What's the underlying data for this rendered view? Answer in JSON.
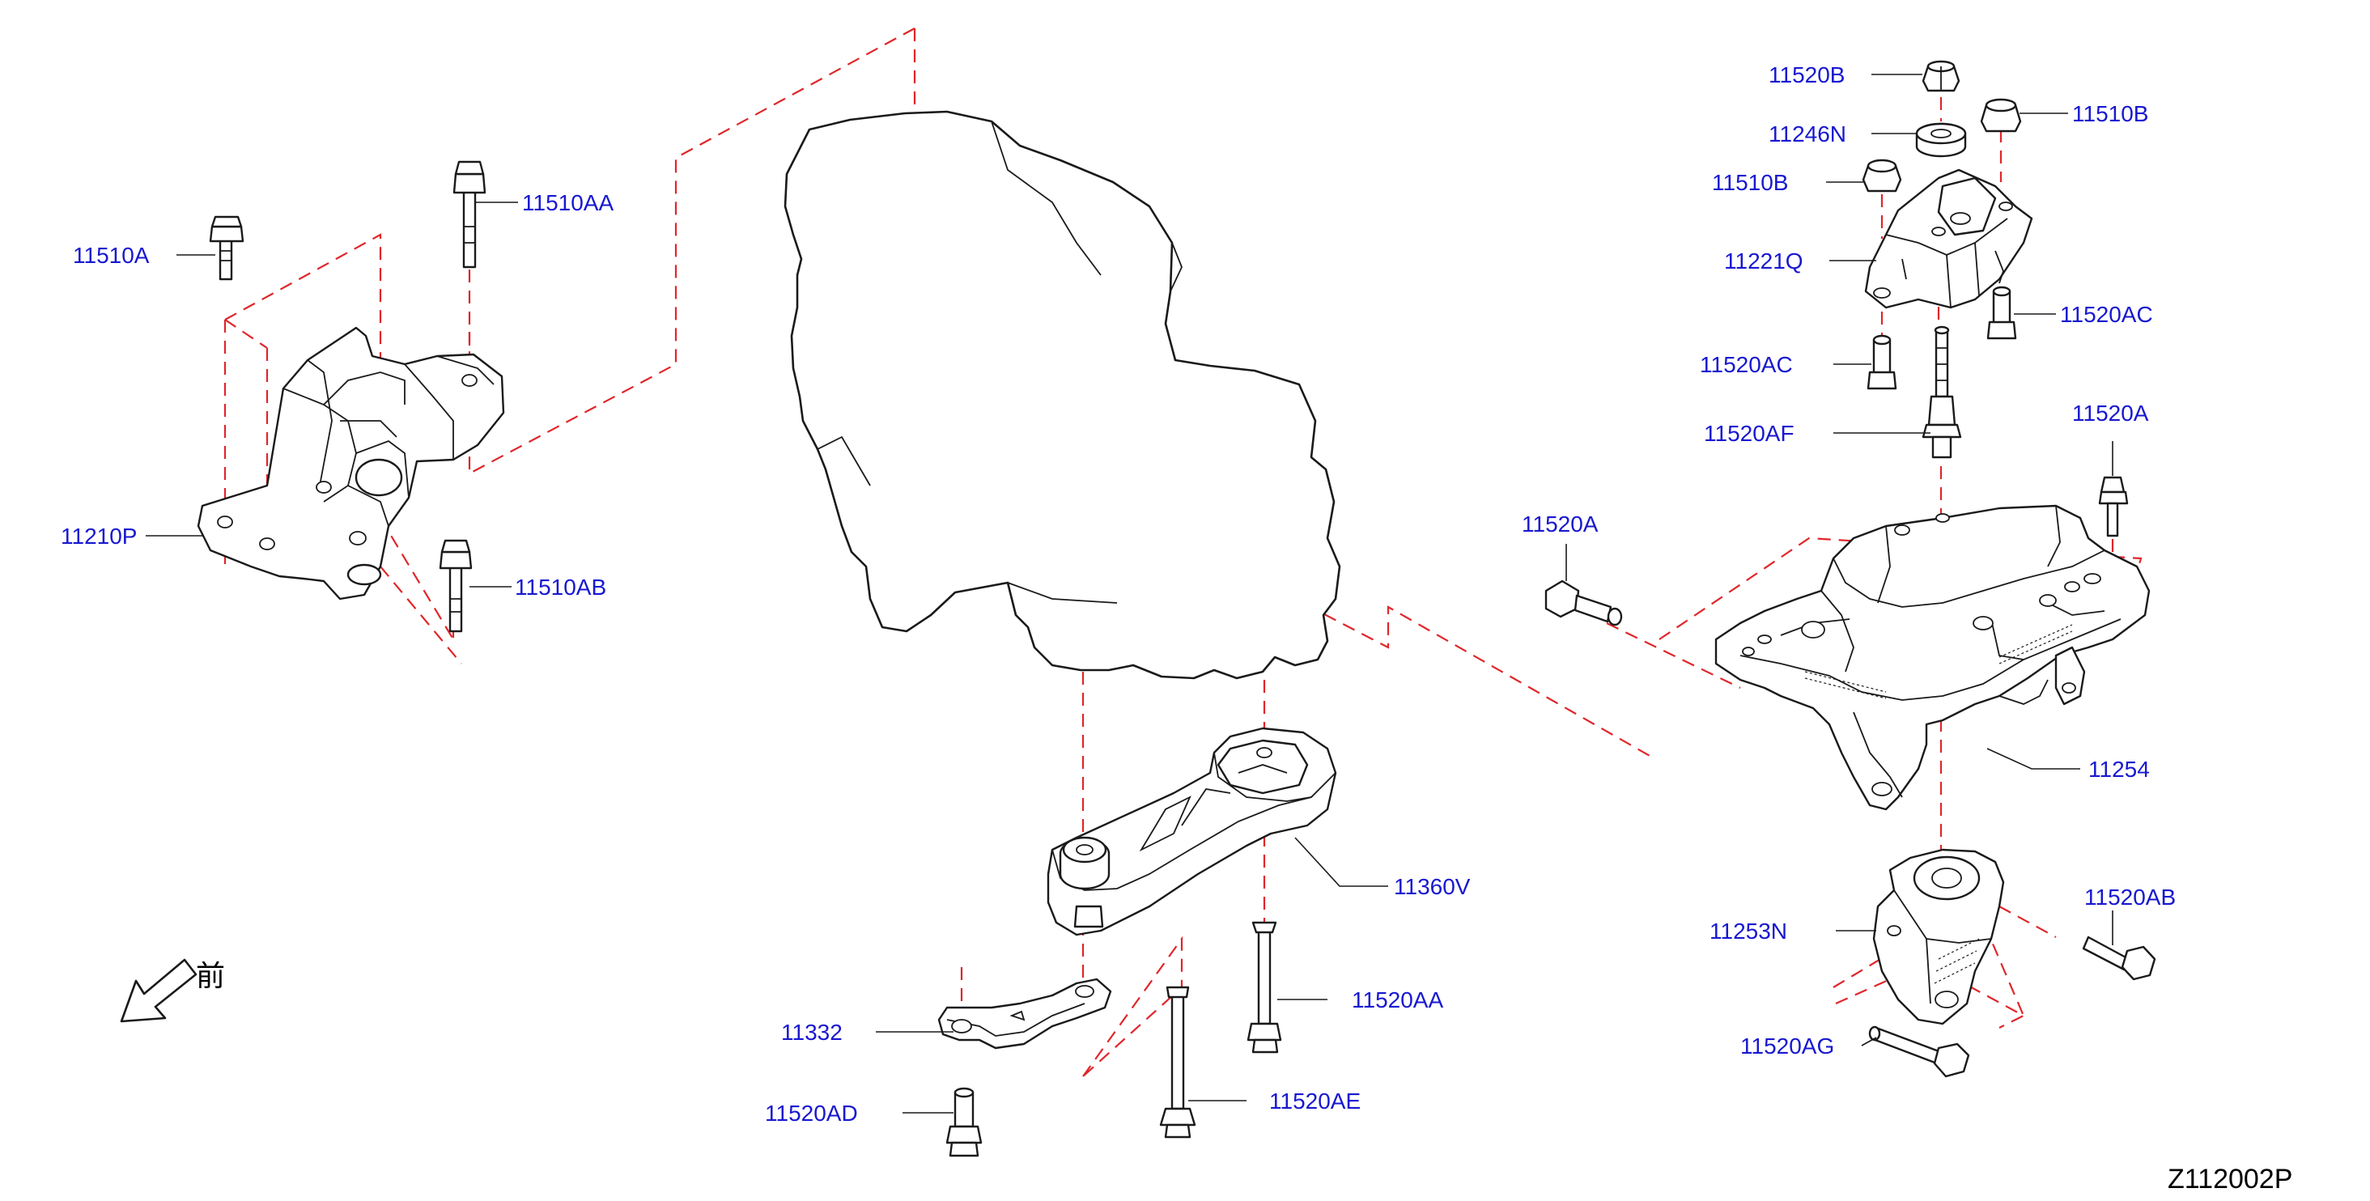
{
  "diagram_code": "Z112002P",
  "front_marker": {
    "text": "前",
    "icon": "front-arrow-icon"
  },
  "callouts": {
    "p11510A": "11510A",
    "p11510AA": "11510AA",
    "p11510AB": "11510AB",
    "p11210P": "11210P",
    "p11520B": "11520B",
    "p11246N": "11246N",
    "p11510B_left": "11510B",
    "p11510B_right": "11510B",
    "p11221Q": "11221Q",
    "p11520AC_left": "11520AC",
    "p11520AC_right": "11520AC",
    "p11520AF": "11520AF",
    "p11520A_top": "11520A",
    "p11520A_left": "11520A",
    "p11254": "11254",
    "p11360V": "11360V",
    "p11520AA": "11520AA",
    "p11332": "11332",
    "p11520AD": "11520AD",
    "p11520AE": "11520AE",
    "p11253N": "11253N",
    "p11520AB": "11520AB",
    "p11520AG": "11520AG"
  },
  "colors": {
    "label": "#1818d0",
    "dashed_guide": "#e0262a",
    "outline": "#1a1a1a"
  }
}
